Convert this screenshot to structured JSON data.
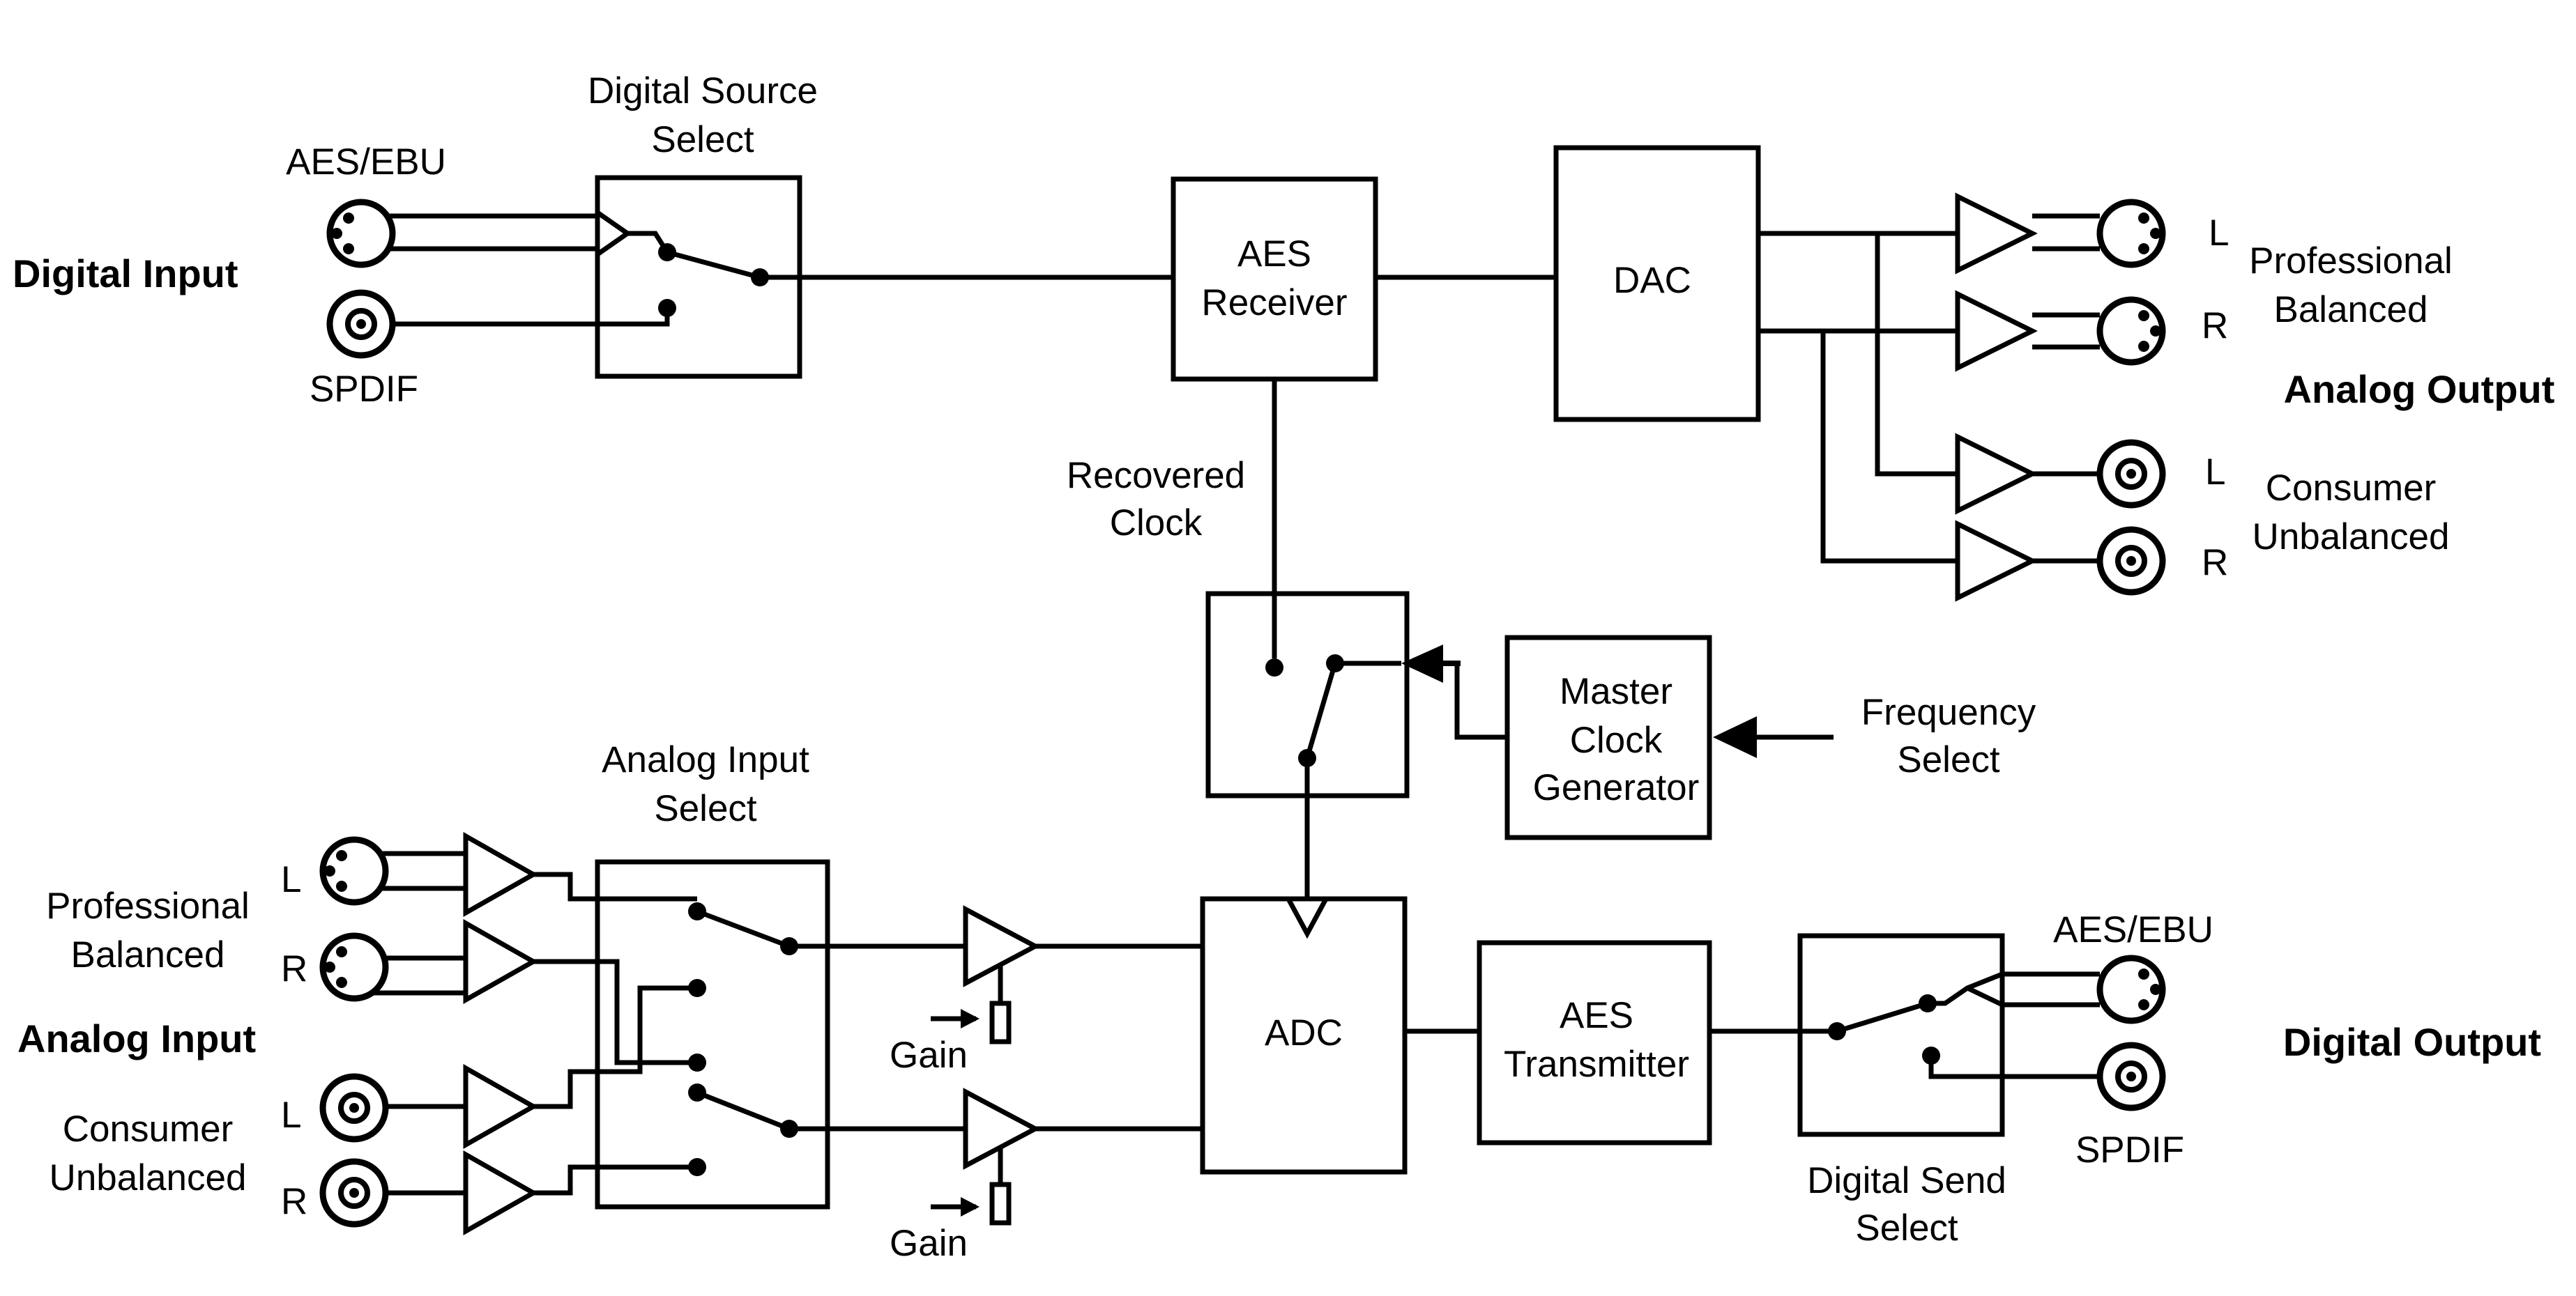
{
  "labels": {
    "digital_input": "Digital Input",
    "analog_output": "Analog Output",
    "analog_input": "Analog Input",
    "digital_output": "Digital Output",
    "in_aes_ebu": "AES/EBU",
    "in_spdif": "SPDIF",
    "out_aes_ebu": "AES/EBU",
    "out_spdif": "SPDIF",
    "digital_source_select": [
      "Digital Source",
      "Select"
    ],
    "aes_receiver": [
      "AES",
      "Receiver"
    ],
    "dac": "DAC",
    "recovered_clock": [
      "Recovered",
      "Clock"
    ],
    "master_clock_generator": [
      "Master",
      "Clock",
      "Generator"
    ],
    "frequency_select": [
      "Frequency",
      "Select"
    ],
    "analog_input_select": [
      "Analog Input",
      "Select"
    ],
    "adc": "ADC",
    "aes_transmitter": [
      "AES",
      "Transmitter"
    ],
    "digital_send_select": [
      "Digital Send",
      "Select"
    ],
    "gain": "Gain",
    "out_professional_balanced": [
      "Professional",
      "Balanced"
    ],
    "out_consumer_unbalanced": [
      "Consumer",
      "Unbalanced"
    ],
    "in_professional_balanced": [
      "Professional",
      "Balanced"
    ],
    "in_consumer_unbalanced": [
      "Consumer",
      "Unbalanced"
    ],
    "left": "L",
    "right": "R"
  }
}
